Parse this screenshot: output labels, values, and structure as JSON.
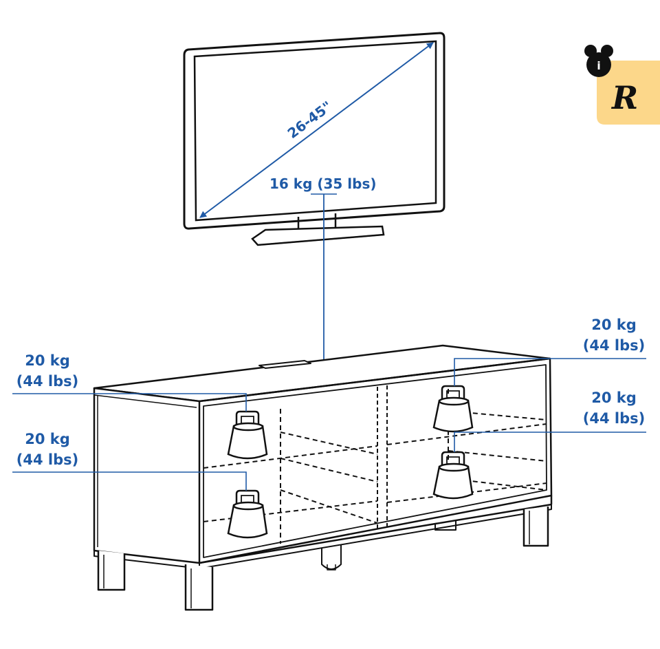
{
  "tv": {
    "size_range": "26-45\"",
    "weight": "16 kg (35 lbs)"
  },
  "loads": {
    "top_left": [
      "20 kg",
      "(44 lbs)"
    ],
    "bottom_left": [
      "20 kg",
      "(44 lbs)"
    ],
    "top_right": [
      "20 kg",
      "(44 lbs)"
    ],
    "bottom_right": [
      "20 kg",
      "(44 lbs)"
    ]
  },
  "badge": {
    "letter": "R",
    "info_glyph": "i",
    "icon": "bear-info-icon"
  },
  "colors": {
    "annotation_blue": "#1f5aa6",
    "line": "#111111",
    "badge_bg": "#fcd78a"
  }
}
